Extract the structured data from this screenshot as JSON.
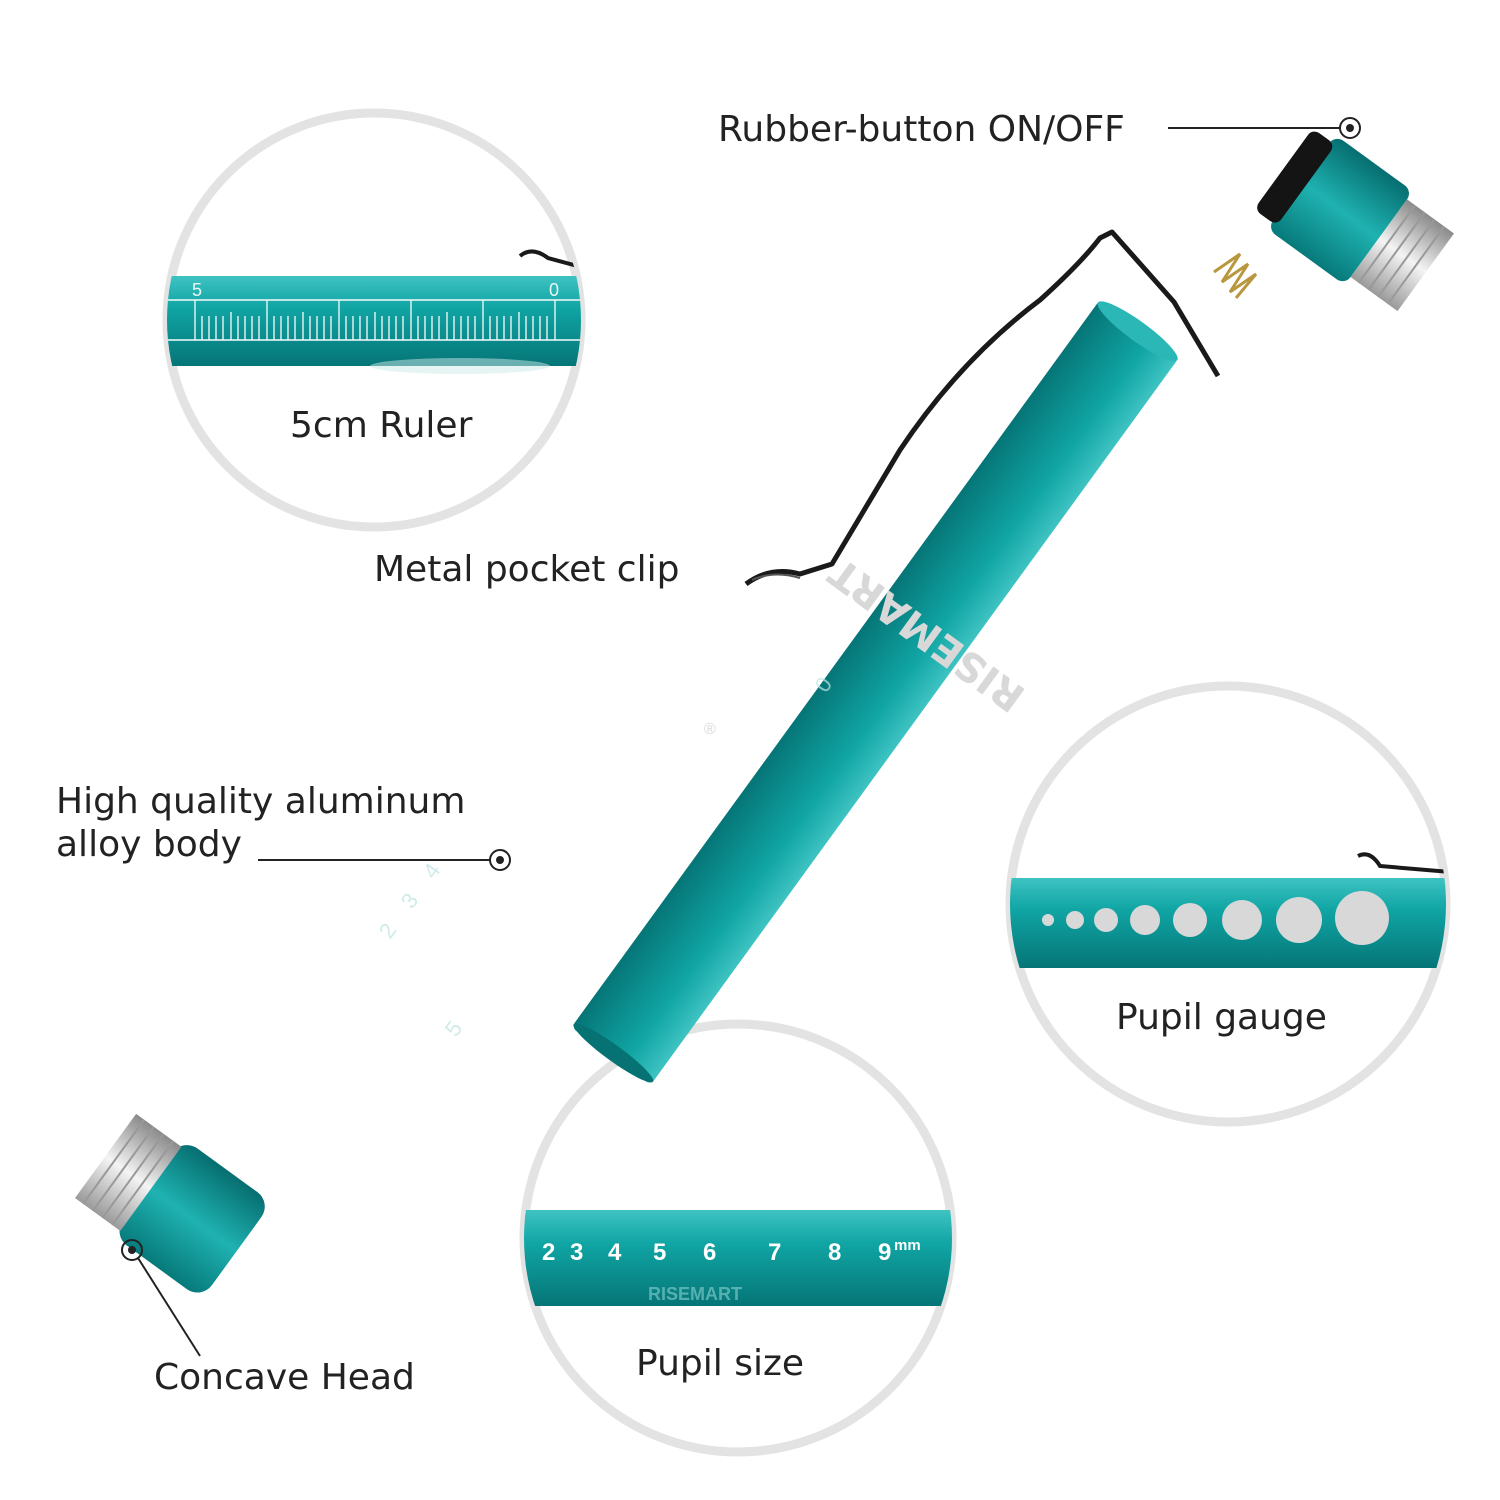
{
  "labels": {
    "button": "Rubber-button ON/OFF",
    "ruler": "5cm Ruler",
    "clip": "Metal pocket clip",
    "body_line1": "High quality aluminum",
    "body_line2": "alloy body",
    "gauge": "Pupil gauge",
    "size": "Pupil size",
    "head": "Concave Head"
  },
  "brand": "RISEMART",
  "trademark": "®",
  "ruler_marks": {
    "start": "5",
    "end": "0"
  },
  "pupil_size_numbers": [
    "2",
    "3",
    "4",
    "5",
    "6",
    "7",
    "8",
    "9"
  ],
  "pupil_size_unit": "mm",
  "body_scale_numbers": [
    "2",
    "3",
    "4",
    "5",
    "0"
  ],
  "colors": {
    "teal": "#0a9c9c",
    "teal_dark": "#077a7b",
    "teal_light": "#3ec3c2",
    "clip_black": "#1a1a1a",
    "circle_border": "#e3e3e3",
    "silver": "#d8d8d8"
  }
}
